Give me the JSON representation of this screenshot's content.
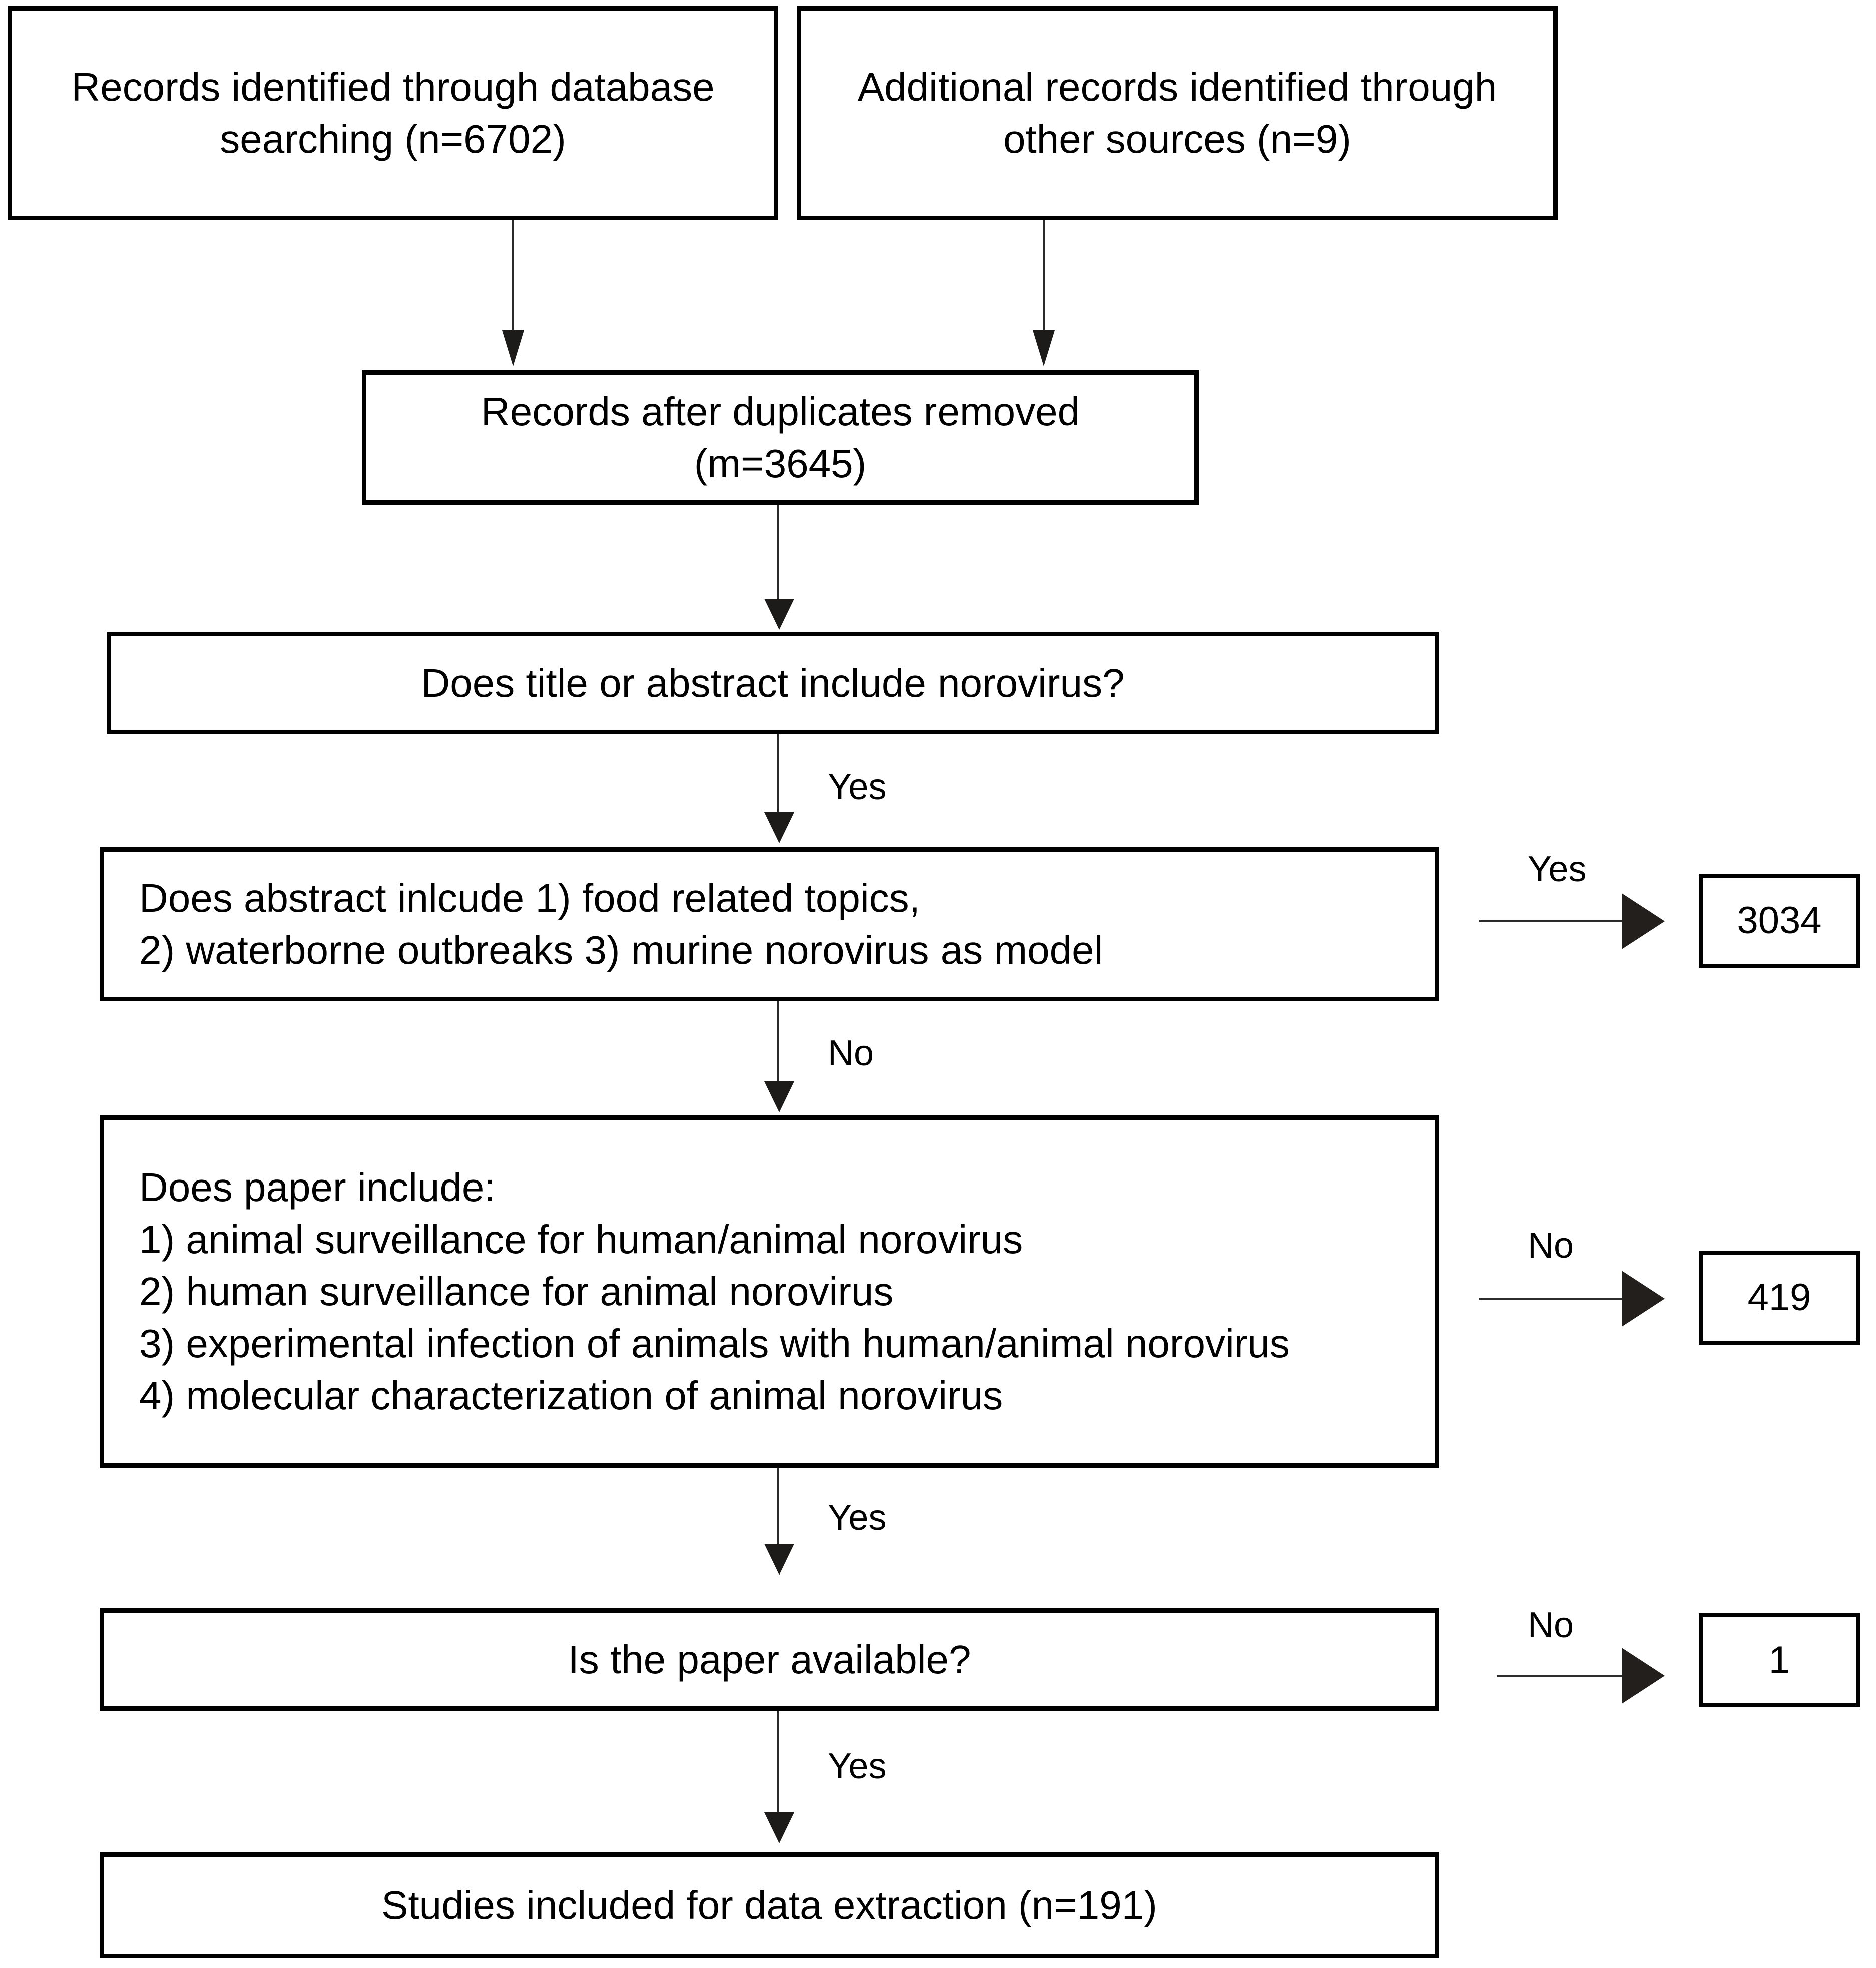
{
  "diagram": {
    "type": "prisma-flow-diagram",
    "title": "",
    "nodes": {
      "database_records": "Records identified through database\nsearching (n=6702)",
      "other_records": "Additional records identified through\nother sources (n=9)",
      "after_duplicates": "Records after duplicates removed\n(m=3645)",
      "title_abstract_screen": "Does title or abstract include norovirus?",
      "abstract_topics_screen": "Does abstract inlcude 1) food related topics,\n2) waterborne outbreaks 3) murine norovirus as model",
      "paper_content_screen": "Does paper include:\n1) animal surveillance for human/animal norovirus\n2) human surveillance for animal norovirus\n3) experimental infection of animals with human/animal norovirus\n4) molecular characterization of animal norovirus",
      "availability_screen": "Is the paper available?",
      "included_studies": "Studies included for data extraction (n=191)"
    },
    "exclusion_counts": {
      "excluded_abstract_topics": "3034",
      "excluded_paper_content": "419",
      "excluded_unavailable": "1"
    },
    "edge_labels": {
      "title_abstract_yes": "Yes",
      "abstract_topics_yes": "Yes",
      "abstract_topics_no": "No",
      "paper_content_no": "No",
      "paper_content_yes": "Yes",
      "availability_no": "No",
      "availability_yes": "Yes"
    },
    "colors": {
      "stroke": "#000000",
      "connector": "#2b2b2b",
      "arrowhead": "#1d1b19",
      "background": "#ffffff"
    }
  }
}
